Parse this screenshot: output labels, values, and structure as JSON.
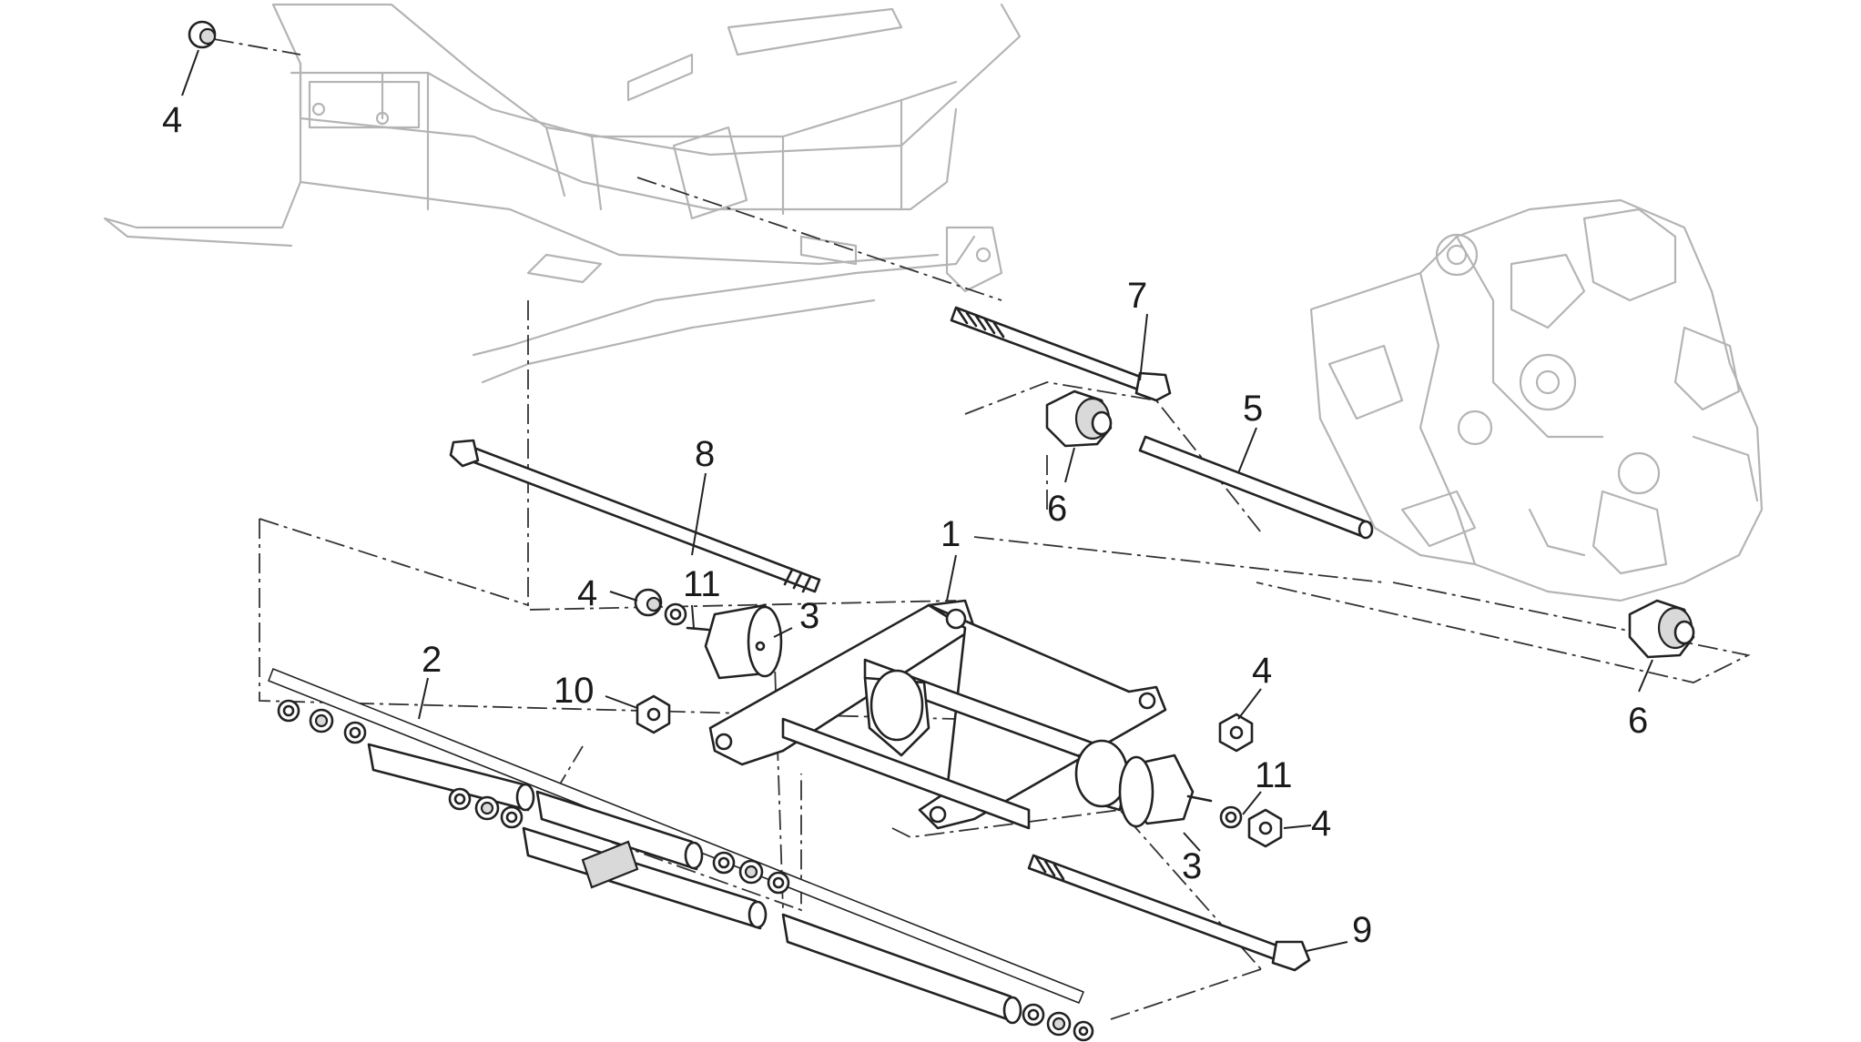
{
  "callouts": [
    {
      "id": "c4a",
      "label": "4"
    },
    {
      "id": "c7",
      "label": "7"
    },
    {
      "id": "c5",
      "label": "5"
    },
    {
      "id": "c6a",
      "label": "6"
    },
    {
      "id": "c8",
      "label": "8"
    },
    {
      "id": "c1",
      "label": "1"
    },
    {
      "id": "c4b",
      "label": "4"
    },
    {
      "id": "c11a",
      "label": "11"
    },
    {
      "id": "c3a",
      "label": "3"
    },
    {
      "id": "c2",
      "label": "2"
    },
    {
      "id": "c10",
      "label": "10"
    },
    {
      "id": "c4c",
      "label": "4"
    },
    {
      "id": "c6b",
      "label": "6"
    },
    {
      "id": "c11b",
      "label": "11"
    },
    {
      "id": "c4d",
      "label": "4"
    },
    {
      "id": "c3b",
      "label": "3"
    },
    {
      "id": "c9",
      "label": "9"
    }
  ]
}
